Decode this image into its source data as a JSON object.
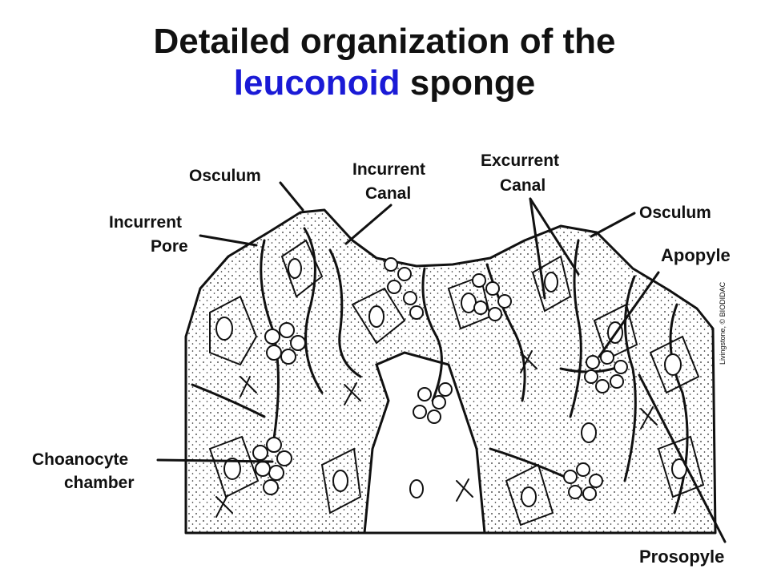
{
  "title": {
    "line1": "Detailed organization of the",
    "highlight": "leuconoid",
    "rest": " sponge",
    "highlight_color": "#1a1ad6"
  },
  "labels": {
    "osculum_left": "Osculum",
    "incurrent_canal_1": "Incurrent",
    "incurrent_canal_2": "Canal",
    "excurrent_canal_1": "Excurrent",
    "excurrent_canal_2": "Canal",
    "osculum_right": "Osculum",
    "incurrent_pore_1": "Incurrent",
    "incurrent_pore_2": "Pore",
    "choanocyte_1": "Choanocyte",
    "choanocyte_2": "chamber",
    "apopyle": "Apopyle",
    "prosopyle": "Prosopyle"
  },
  "credit": "Livingstone, © BIODIDAC"
}
